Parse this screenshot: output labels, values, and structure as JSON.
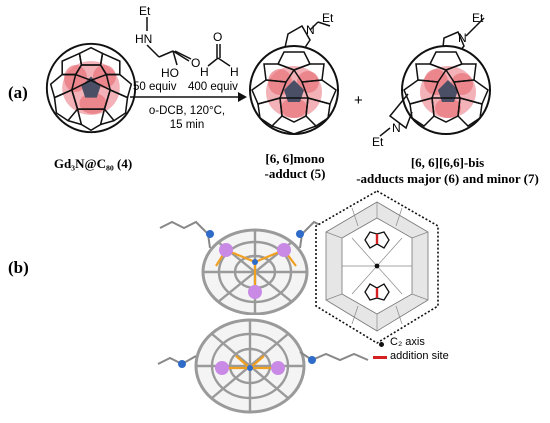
{
  "panel_a": {
    "label": "(a)",
    "start_label": "Gd₃N@C₈₀ (4)",
    "reagent_glycine_labels": {
      "et": "Et",
      "hn": "HN",
      "ho": "HO",
      "o": "O"
    },
    "reagent_formaldehyde_labels": {
      "o": "O",
      "h1": "H",
      "h2": "H"
    },
    "equiv_glycine": "50 equiv",
    "equiv_formaldehyde": "400 equiv",
    "conditions_1": "o-DCB, 120°C,",
    "conditions_2": "15 min",
    "plus": "+",
    "mono_adduct_label_1": "[6, 6]mono",
    "mono_adduct_label_2": "-adduct (5)",
    "bis_adduct_label_1": "[6, 6][6,6]-bis",
    "bis_adduct_label_2": "-adducts major (6) and minor (7)",
    "mono_n_labels": {
      "n": "N",
      "et": "Et"
    },
    "bis_n_labels_top": {
      "n": "N",
      "et": "Et"
    },
    "bis_n_labels_side": {
      "n": "N",
      "et": "Et"
    }
  },
  "panel_b": {
    "label": "(b)",
    "legend_axis": "C₂ axis",
    "legend_site": "addition site"
  },
  "colors": {
    "cage_line": "#111111",
    "gd_pink": "#e8737b",
    "nitrogen_core": "#4a4f66",
    "carbon_grey": "#9a9a9a",
    "bond_orange": "#f0a020",
    "gd_violet": "#c98ae6",
    "n_blue": "#2f6bc9",
    "addition_red": "#d42020",
    "hex_fill": "#e6e6e6"
  }
}
